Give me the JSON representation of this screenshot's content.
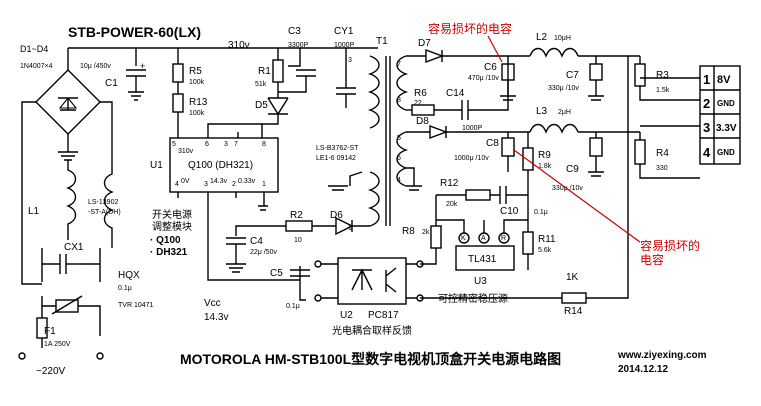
{
  "title": "STB-POWER-60(LX)",
  "footer": {
    "title": "MOTOROLA HM-STB100L型数字电视机顶盒开关电源电路图",
    "website": "www.ziyexing.com",
    "date": "2014.12.12"
  },
  "labels": {
    "d1d4": "D1~D4",
    "d1d4_part": "1N4007×4",
    "c1": "C1",
    "c1_val": "10μ /450v",
    "v310": "310v",
    "r5": "R5",
    "r5_val": "100k",
    "r13": "R13",
    "r13_val": "100k",
    "c3": "C3",
    "c3_val": "3300P",
    "cy1": "CY1",
    "cy1_val": "1000P",
    "t1": "T1",
    "r1": "R1",
    "r1_val": "51k",
    "d5": "D5",
    "u1": "U1",
    "u1_name": "Q100 (DH321)",
    "pin5": "5",
    "pin5v": "310v",
    "pin6": "6",
    "pin3": "3",
    "pin7": "7",
    "pin8": "8",
    "pin4": "4",
    "pin4v": "0V",
    "pin3b": "3",
    "pin3bv": "14.3v",
    "pin2": "2",
    "pin2v": "0.33v",
    "pin1": "1",
    "trans_part": "LS-B3762-ST",
    "trans_pins": "LE1-6   0914",
    "l1": "L1",
    "l1_part": "LS-13902",
    "l1_part2": "-ST-A(DH)",
    "module1": "开关电源",
    "module2": "调整模块",
    "module3": "· Q100",
    "module4": "· DH321",
    "r2": "R2",
    "r2_val": "10",
    "d6": "D6",
    "c4": "C4",
    "c4_val": "22μ /50v",
    "cx1": "CX1",
    "hqx": "HQX",
    "hqx_val": "0.1μ",
    "tvr": "TVR 10471",
    "f1": "F1",
    "f1_val": "1A 250V",
    "ac": "~220V",
    "c5": "C5",
    "c5_val": "0.1μ",
    "vcc": "Vcc",
    "vcc_val": "14.3v",
    "u2": "U2",
    "pc817": "PC817",
    "opto_desc": "光电耦合取样反馈",
    "d7": "D7",
    "d8": "D8",
    "r6": "R6",
    "r6_val": "22",
    "c14": "C14",
    "c14_val": "1000P",
    "c6": "C6",
    "c6_val": "470μ /10v",
    "c8": "C8",
    "c8_val": "1000μ /10v",
    "l2": "L2",
    "l2_val": "10μH",
    "l3": "L3",
    "l3_val": "2μH",
    "c7": "C7",
    "c7_val": "330μ /10v",
    "c9": "C9",
    "c9_val": "330μ /10v",
    "r3": "R3",
    "r3_val": "1.5k",
    "r4": "R4",
    "r4_val": "330",
    "r9": "R9",
    "r9_val": "1.8k",
    "r12": "R12",
    "r12_val": "20k",
    "c10": "C10",
    "c10_val": "0.1μ",
    "r8": "R8",
    "r8_val": "2k",
    "r11": "R11",
    "r11_val": "5.6k",
    "tl431": "TL431",
    "u3": "U3",
    "u3_desc": "可控精密稳压源",
    "r14": "R14",
    "r14_val": "1K",
    "tl_k": "K",
    "tl_a": "A",
    "tl_r": "R",
    "t_pin7": "7",
    "t_pin8": "8",
    "t_pin6": "6",
    "t_pin5": "5",
    "t_pin4": "4",
    "t_pin3": "3",
    "t_pin2": "2",
    "t_pin1": "1",
    "out1_num": "1",
    "out1_label": "8V",
    "out2_num": "2",
    "out2_label": "GND",
    "out3_num": "3",
    "out3_label": "3.3V",
    "out4_num": "4",
    "out4_label": "GND",
    "note_top": "容易损坏的电容",
    "note_right1": "容易损坏的",
    "note_right2": "电容"
  },
  "colors": {
    "wire": "#000000",
    "note": "#cc0000",
    "background": "#ffffff"
  }
}
